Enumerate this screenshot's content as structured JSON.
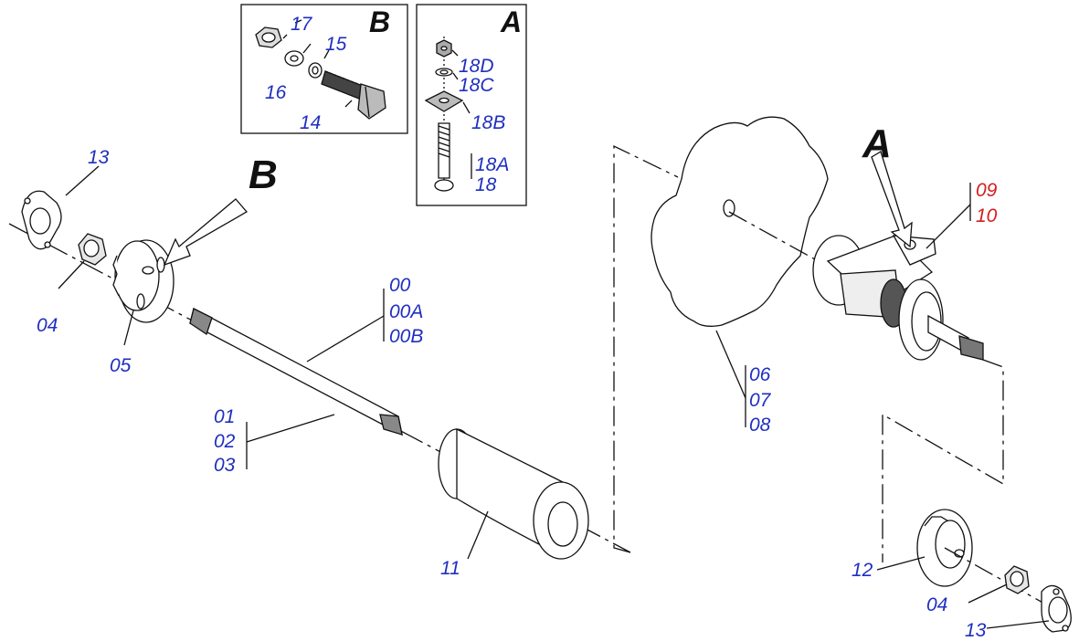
{
  "colors": {
    "label": "#1f2fbf",
    "label_highlight": "#d41f1f",
    "line": "#111111"
  },
  "insets": {
    "B": {
      "letter": "B",
      "labels": [
        "17",
        "15",
        "16",
        "14"
      ]
    },
    "A": {
      "letter": "A",
      "labels": [
        "18D",
        "18C",
        "18B",
        "18A",
        "18"
      ]
    }
  },
  "callouts": {
    "B": "B",
    "A": "A"
  },
  "labels": {
    "p13_left": "13",
    "p04_left": "04",
    "p05": "05",
    "p00": "00",
    "p00A": "00A",
    "p00B": "00B",
    "p01": "01",
    "p02": "02",
    "p03": "03",
    "p11": "11",
    "p06": "06",
    "p07": "07",
    "p08": "08",
    "p09": "09",
    "p10": "10",
    "p12": "12",
    "p04_right": "04",
    "p13_right": "13"
  }
}
